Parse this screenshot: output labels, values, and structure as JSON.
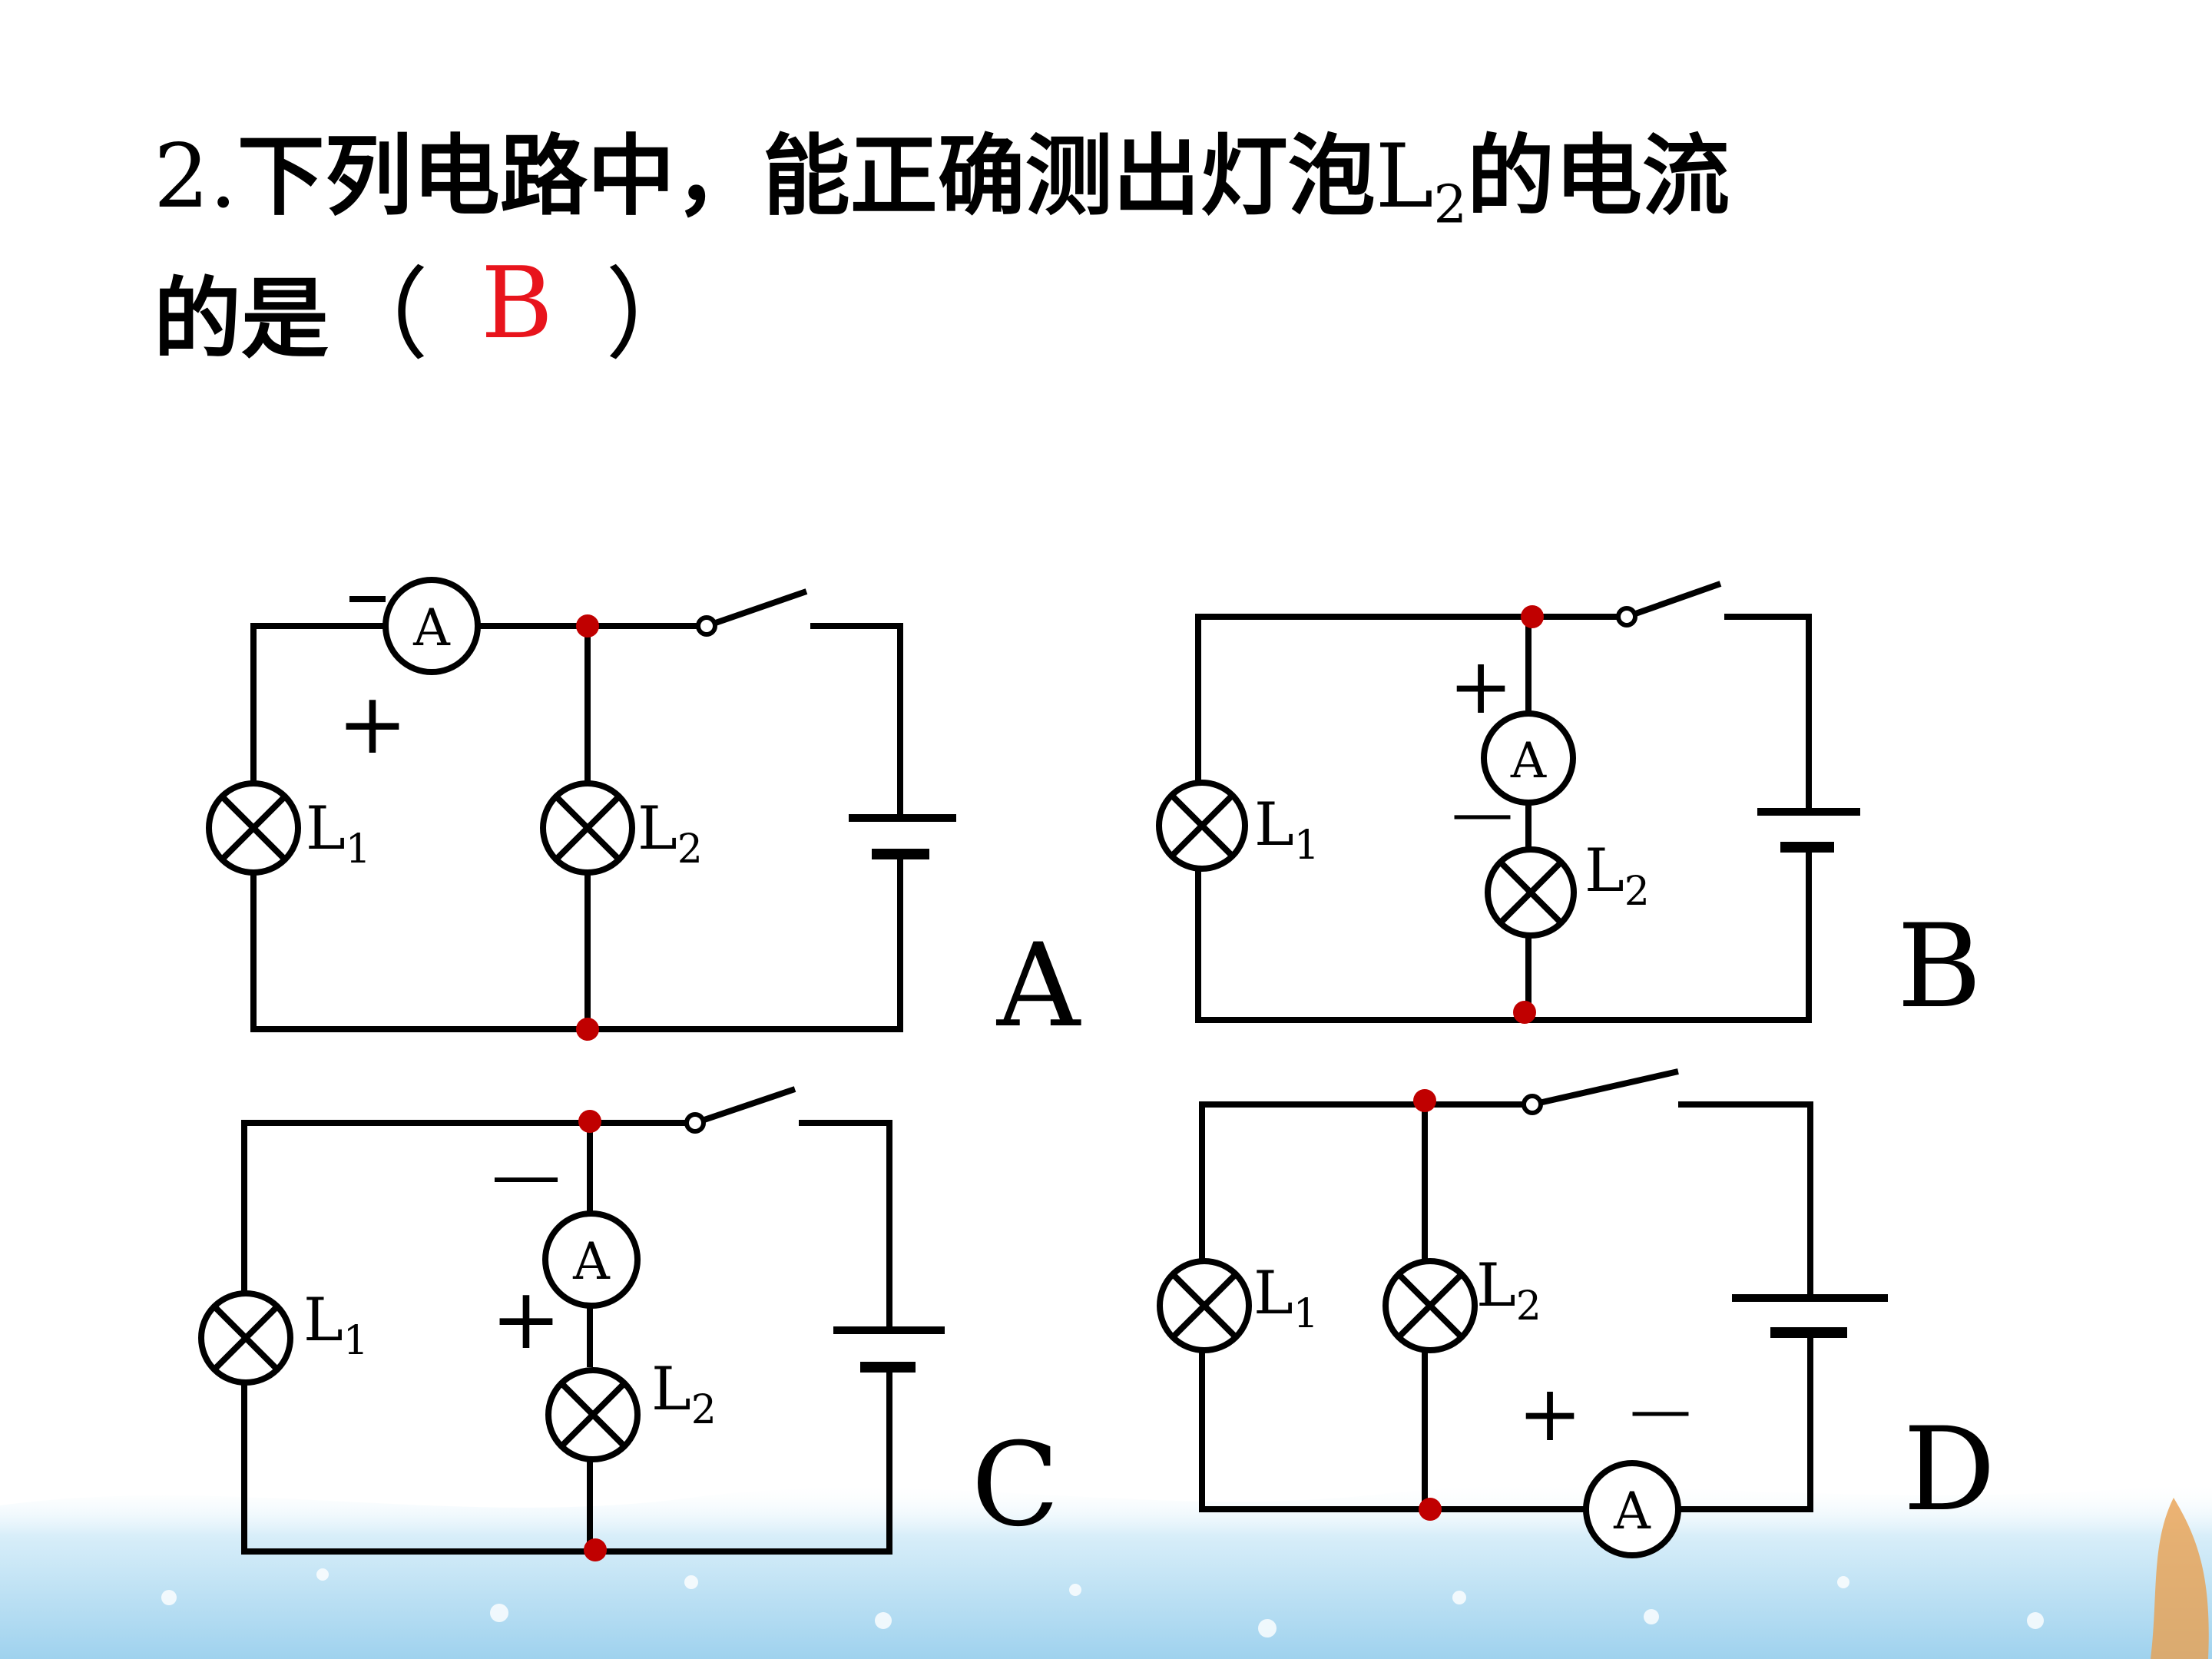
{
  "question": {
    "line1_prefix": "2.",
    "line1_text": "下列电路中，能正确测出灯泡",
    "lamp_name": "L",
    "lamp_sub": "2",
    "line1_suffix": "的电流",
    "line2_text": "的是",
    "open_paren": "（",
    "answer": "B",
    "close_paren": "）"
  },
  "circuits": {
    "A": {
      "letter": "A",
      "meter": "A",
      "l1": "L",
      "l1_sub": "1",
      "l2": "L",
      "l2_sub": "2",
      "plus": "+",
      "minus": "—"
    },
    "B": {
      "letter": "B",
      "meter": "A",
      "l1": "L",
      "l1_sub": "1",
      "l2": "L",
      "l2_sub": "2",
      "plus": "+",
      "minus": "—"
    },
    "C": {
      "letter": "C",
      "meter": "A",
      "l1": "L",
      "l1_sub": "1",
      "l2": "L",
      "l2_sub": "2",
      "plus": "+",
      "minus": "—"
    },
    "D": {
      "letter": "D",
      "meter": "A",
      "l1": "L",
      "l1_sub": "1",
      "l2": "L",
      "l2_sub": "2",
      "plus": "+",
      "minus": "—"
    }
  },
  "colors": {
    "answer": "#e8141c",
    "junction": "#c00000",
    "wire": "#000000",
    "sky_light": "#d8eef9",
    "sky_mid": "#9fd2ee"
  }
}
